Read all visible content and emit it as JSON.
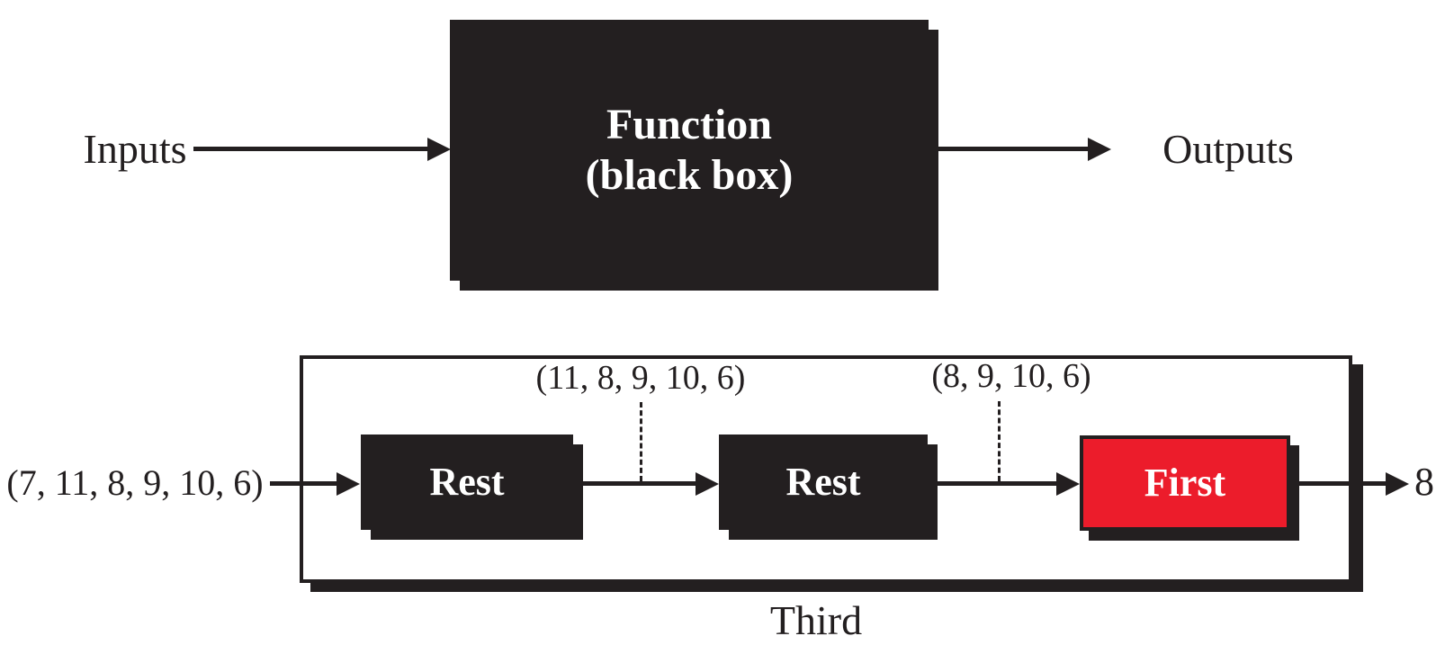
{
  "colors": {
    "ink": "#231f20",
    "red": "#ec1c2b",
    "paper": "#ffffff"
  },
  "top_flow": {
    "input_label": "Inputs",
    "function_box": {
      "line1": "Function",
      "line2": "(black box)"
    },
    "output_label": "Outputs"
  },
  "pipeline": {
    "container_label": "Third",
    "input_tuple": "(7, 11, 8, 9, 10, 6)",
    "stages": {
      "0": {
        "label": "Rest"
      },
      "1": {
        "label": "Rest"
      },
      "2": {
        "label": "First"
      }
    },
    "intermediate_tuples": {
      "0": "(11, 8, 9, 10, 6)",
      "1": "(8, 9, 10, 6)"
    },
    "output_value": "8"
  }
}
